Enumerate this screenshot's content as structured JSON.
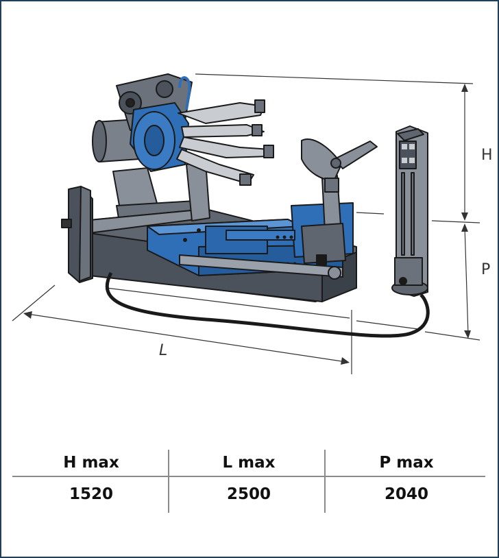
{
  "dimension_labels": {
    "h": "H",
    "p": "P",
    "l": "L"
  },
  "specs": {
    "headers": [
      "H max",
      "L max",
      "P max"
    ],
    "values": [
      "1520",
      "2500",
      "2040"
    ]
  },
  "colors": {
    "frame": "#1f3f5b",
    "machine_blue": "#2f6fb8",
    "machine_grey": "#5f6670",
    "outline": "#1a1a1a"
  },
  "icon": "truck-tyre-changer-machine"
}
